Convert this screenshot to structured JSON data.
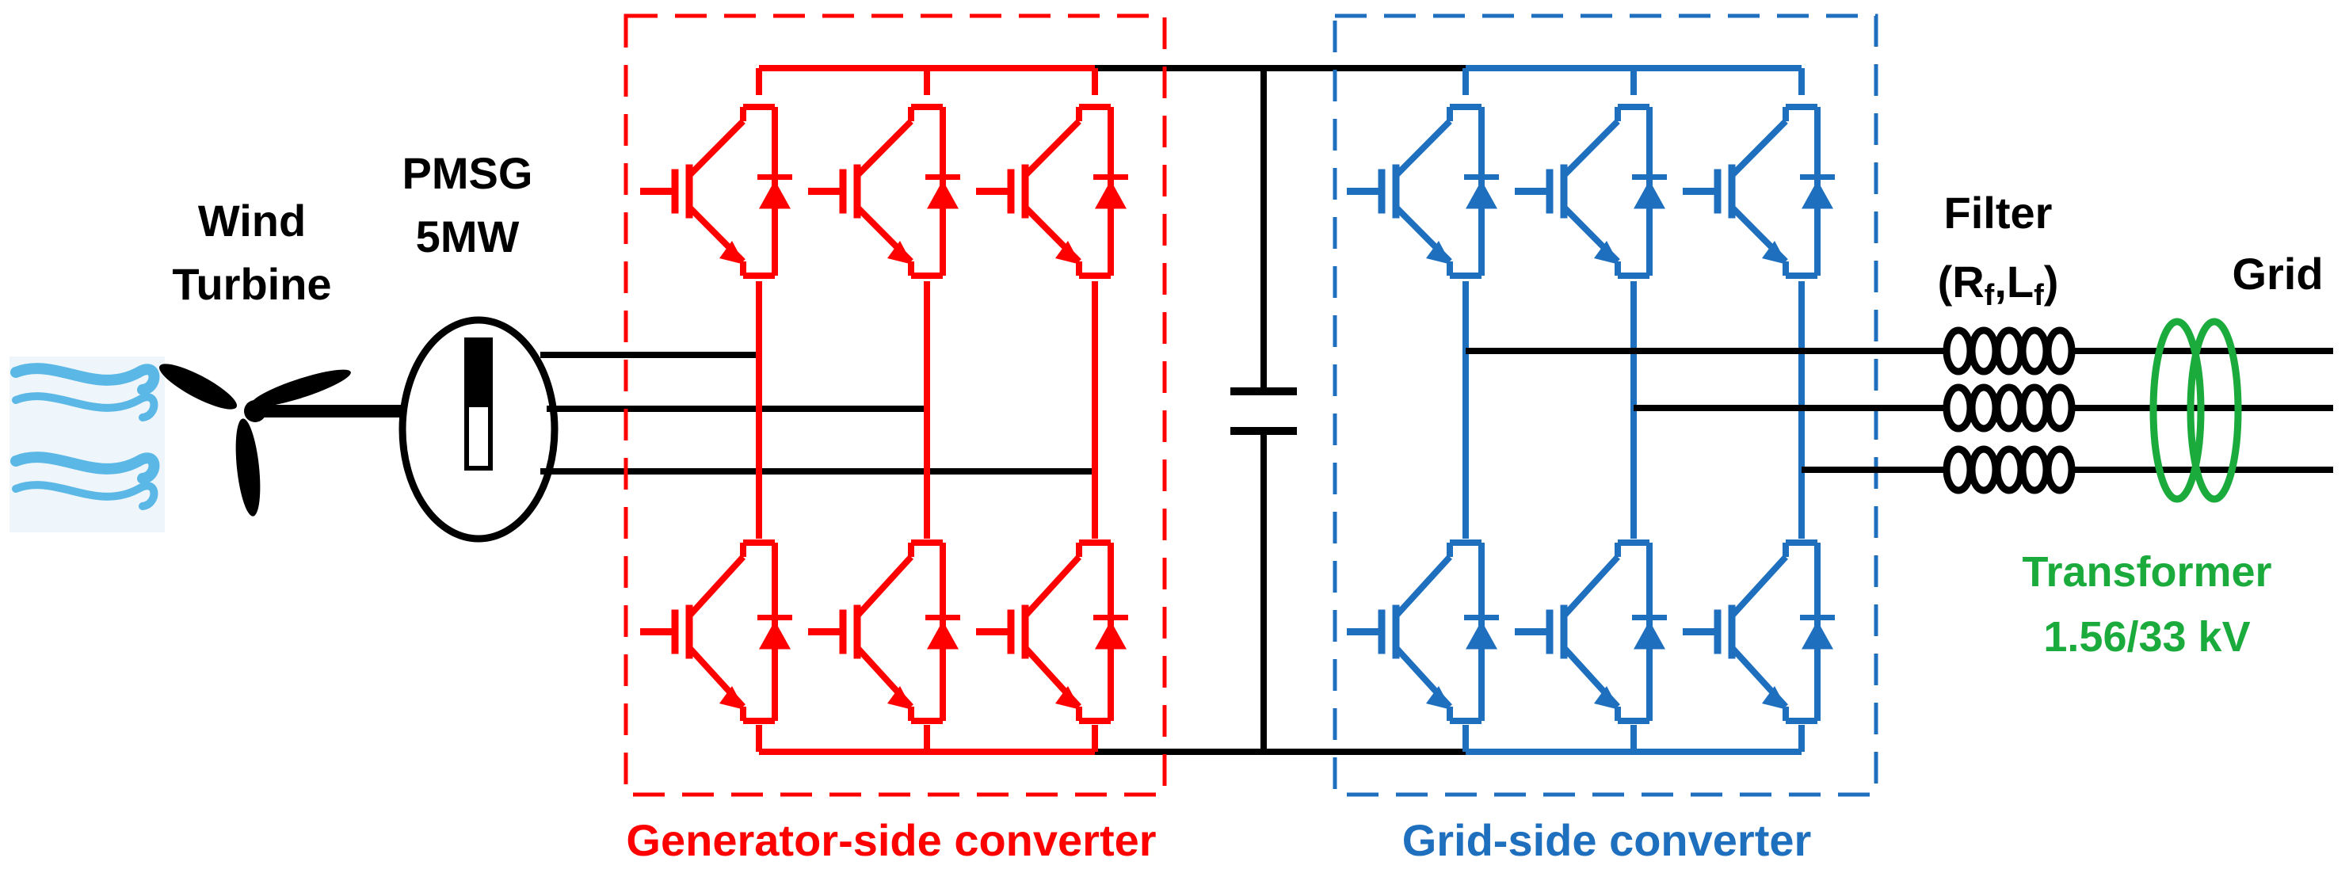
{
  "labels": {
    "wind_turbine_line1": "Wind",
    "wind_turbine_line2": "Turbine",
    "pmsg_line1": "PMSG",
    "pmsg_line2": "5MW",
    "filter_line1": "Filter",
    "filter_rf_base": "R",
    "filter_rf_sub": "f",
    "filter_lf_base": "L",
    "filter_lf_sub": "f",
    "grid": "Grid",
    "transformer_line1": "Transformer",
    "transformer_line2": "1.56/33 kV",
    "generator_side": "Generator-side converter",
    "grid_side": "Grid-side converter"
  },
  "colors": {
    "generator_side": "#ff0000",
    "grid_side": "#1f6fbf",
    "transformer": "#1aab3c",
    "wind": "#5bb8e6",
    "wire": "#000000"
  },
  "icons": {
    "wind": "wind-gust-icon",
    "turbine": "turbine-blades-icon",
    "generator": "pmsg-generator-icon",
    "igbt": "igbt-diode-icon",
    "capacitor": "dc-link-capacitor-icon",
    "inductor": "filter-inductor-icon",
    "transformer": "transformer-coils-icon"
  }
}
